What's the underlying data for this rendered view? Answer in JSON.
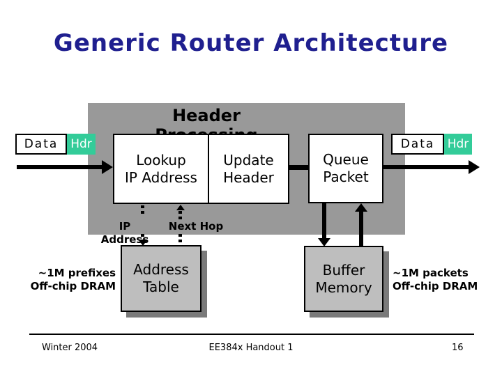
{
  "title": "Generic Router Architecture",
  "panel": {
    "title": "Header Processing"
  },
  "packet_in": {
    "data": "Data",
    "hdr": "Hdr"
  },
  "packet_out": {
    "data": "Data",
    "hdr": "Hdr"
  },
  "blocks": {
    "lookup": {
      "line1": "Lookup",
      "line2": "IP Address"
    },
    "update": {
      "line1": "Update",
      "line2": "Header"
    },
    "queue": {
      "line1": "Queue",
      "line2": "Packet"
    },
    "address_table": {
      "line1": "Address",
      "line2": "Table"
    },
    "buffer_memory": {
      "line1": "Buffer",
      "line2": "Memory"
    }
  },
  "annotations": {
    "ip_address": "IP Address",
    "next_hop": "Next Hop",
    "prefixes": {
      "line1": "~1M prefixes",
      "line2": "Off-chip DRAM"
    },
    "packets": {
      "line1": "~1M packets",
      "line2": "Off-chip DRAM"
    }
  },
  "footer": {
    "date": "Winter 2004",
    "handout": "EE384x Handout 1",
    "page": "16"
  },
  "colors": {
    "title_blue": "#1F1F8F",
    "panel_gray": "#999999",
    "memory_gray": "#BEBEBE",
    "shadow_gray": "#7A7A7A",
    "hdr_green": "#33CC99",
    "ink": "#000000"
  }
}
